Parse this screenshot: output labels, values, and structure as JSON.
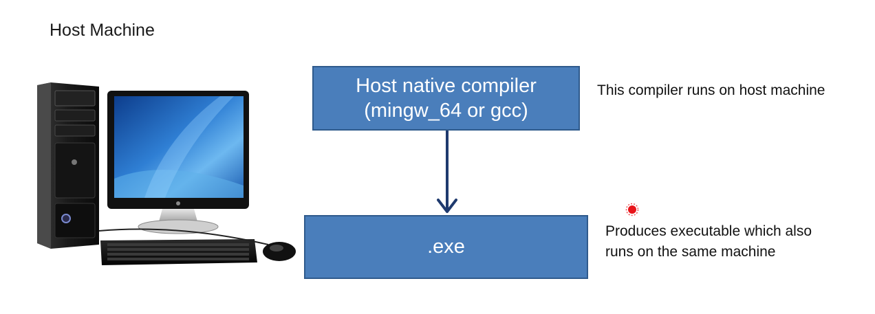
{
  "title": "Host Machine",
  "compiler_box": {
    "line1": "Host native compiler",
    "line2": "(mingw_64 or gcc)"
  },
  "exe_box": {
    "label": ".exe"
  },
  "notes": {
    "compiler": "This compiler runs on host machine",
    "exe_line1": "Produces executable which also",
    "exe_line2": "runs on the same machine"
  },
  "icons": {
    "computer": "desktop-computer-icon",
    "arrow": "down-arrow-icon",
    "pointer": "red-pointer-icon"
  },
  "colors": {
    "box_fill": "#4a7ebb",
    "box_border": "#2f5a8c",
    "arrow": "#1f3a6e",
    "pointer": "#e8141a"
  }
}
